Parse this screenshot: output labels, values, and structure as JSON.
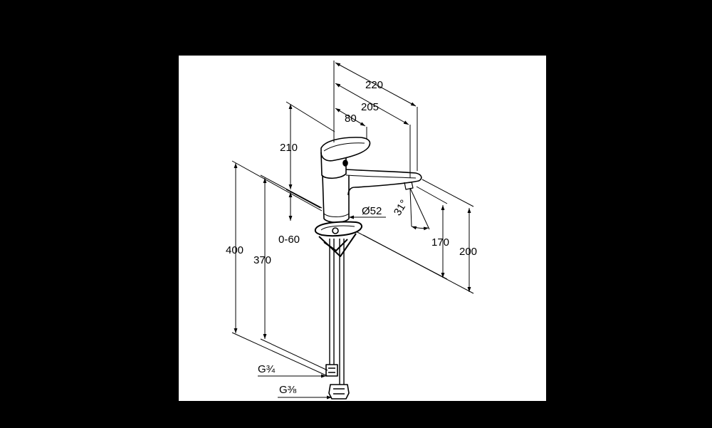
{
  "colors": {
    "background": "#000000",
    "paper": "#ffffff",
    "ink": "#000000",
    "ink_light": "#333333"
  },
  "dimensions": {
    "d220": "220",
    "d205": "205",
    "d80": "80",
    "d210": "210",
    "d52": "Ø52",
    "d31": "31°",
    "d0_60": "0-60",
    "d400": "400",
    "d370": "370",
    "d170": "170",
    "d200": "200",
    "g34": "G¾",
    "g38": "G⅜"
  }
}
